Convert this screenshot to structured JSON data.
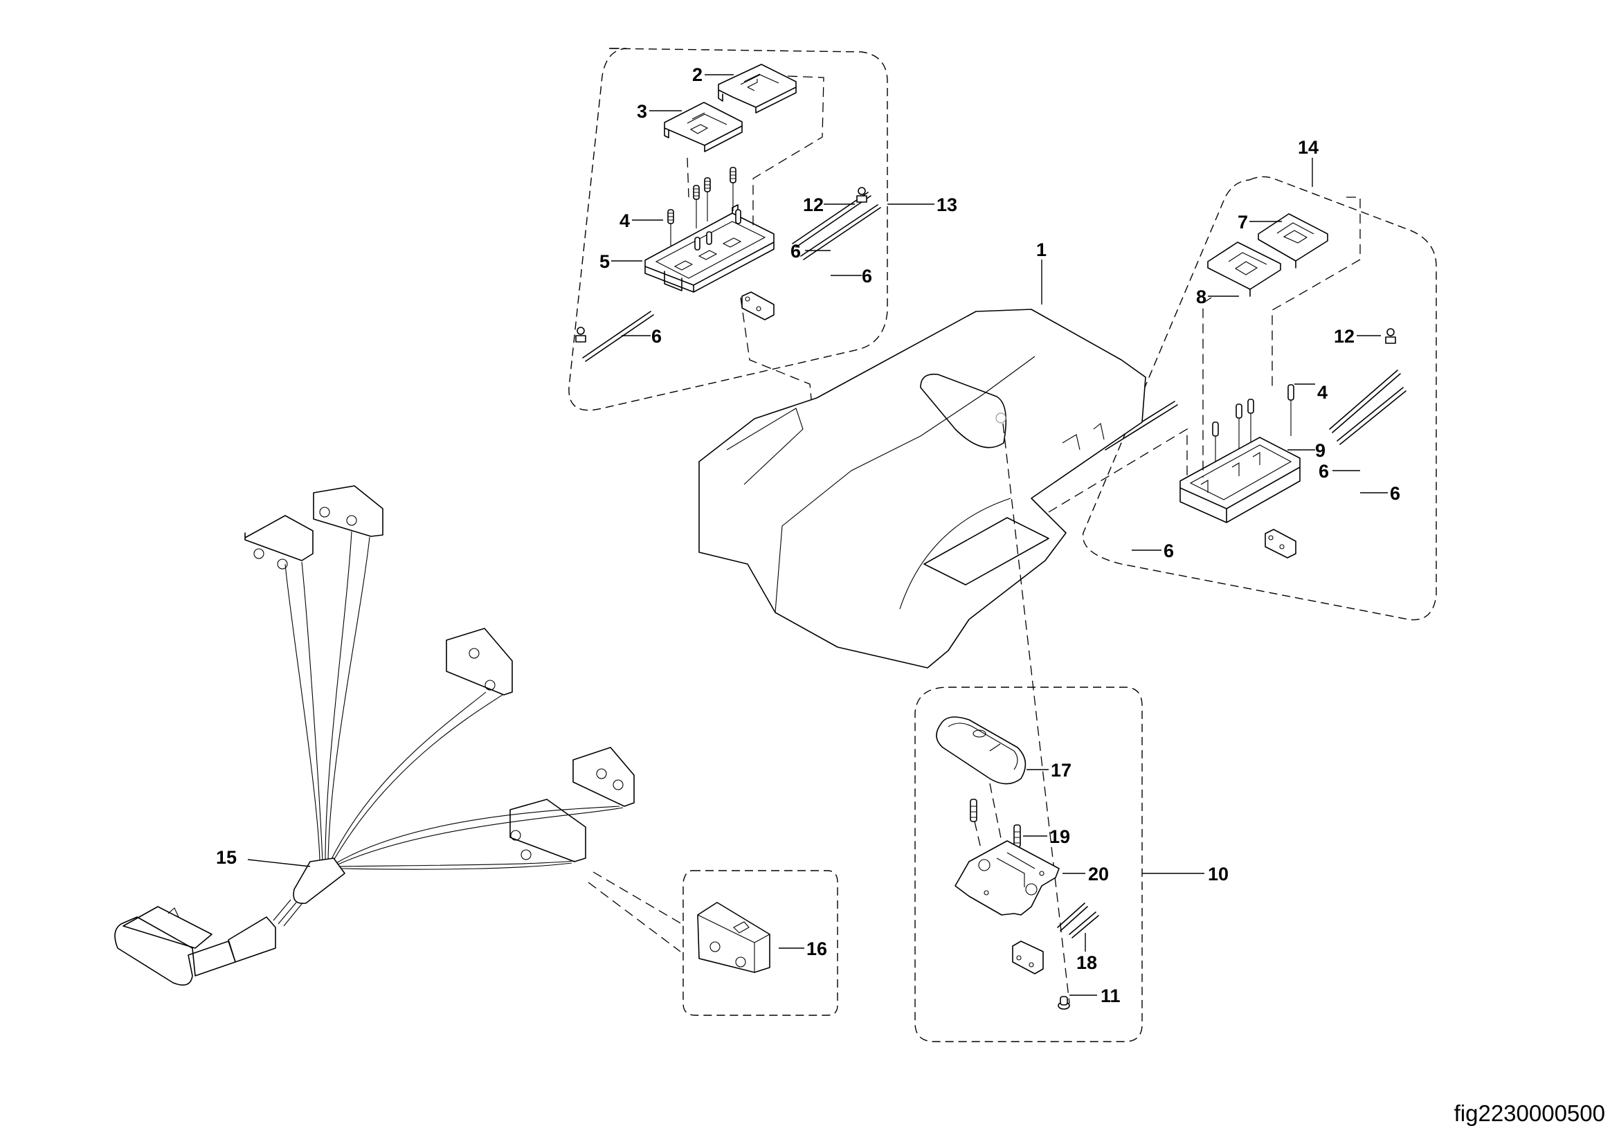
{
  "figure": {
    "id": "fig2230000500",
    "type": "exploded parts diagram"
  },
  "callouts": [
    {
      "id": "c1",
      "label": "1",
      "part": "main housing"
    },
    {
      "id": "c2",
      "label": "2",
      "part": "switch cover (left arrow)"
    },
    {
      "id": "c3",
      "label": "3",
      "part": "switch cover (right arrow)"
    },
    {
      "id": "c4a",
      "label": "4",
      "part": "spring"
    },
    {
      "id": "c5",
      "label": "5",
      "part": "switch carrier"
    },
    {
      "id": "c6a",
      "label": "6",
      "part": "pin"
    },
    {
      "id": "c6b",
      "label": "6",
      "part": "pin"
    },
    {
      "id": "c6c",
      "label": "6",
      "part": "pin"
    },
    {
      "id": "c12a",
      "label": "12",
      "part": "clip"
    },
    {
      "id": "c13",
      "label": "13",
      "part": "switch assembly (left group)"
    },
    {
      "id": "c14",
      "label": "14",
      "part": "switch assembly (right group)"
    },
    {
      "id": "c7",
      "label": "7",
      "part": "switch cover (left arrow)"
    },
    {
      "id": "c8",
      "label": "8",
      "part": "switch cover (right arrow)"
    },
    {
      "id": "c4b",
      "label": "4",
      "part": "spring"
    },
    {
      "id": "c9",
      "label": "9",
      "part": "switch carrier"
    },
    {
      "id": "c12b",
      "label": "12",
      "part": "clip"
    },
    {
      "id": "c6d",
      "label": "6",
      "part": "pin"
    },
    {
      "id": "c6e",
      "label": "6",
      "part": "pin"
    },
    {
      "id": "c6f",
      "label": "6",
      "part": "pin"
    },
    {
      "id": "c17",
      "label": "17",
      "part": "horn button"
    },
    {
      "id": "c19",
      "label": "19",
      "part": "spring"
    },
    {
      "id": "c20",
      "label": "20",
      "part": "button base plate"
    },
    {
      "id": "c10",
      "label": "10",
      "part": "horn switch assembly"
    },
    {
      "id": "c18",
      "label": "18",
      "part": "pin"
    },
    {
      "id": "c11",
      "label": "11",
      "part": "rivet"
    },
    {
      "id": "c15",
      "label": "15",
      "part": "wire harness"
    },
    {
      "id": "c16",
      "label": "16",
      "part": "micro switch"
    }
  ]
}
